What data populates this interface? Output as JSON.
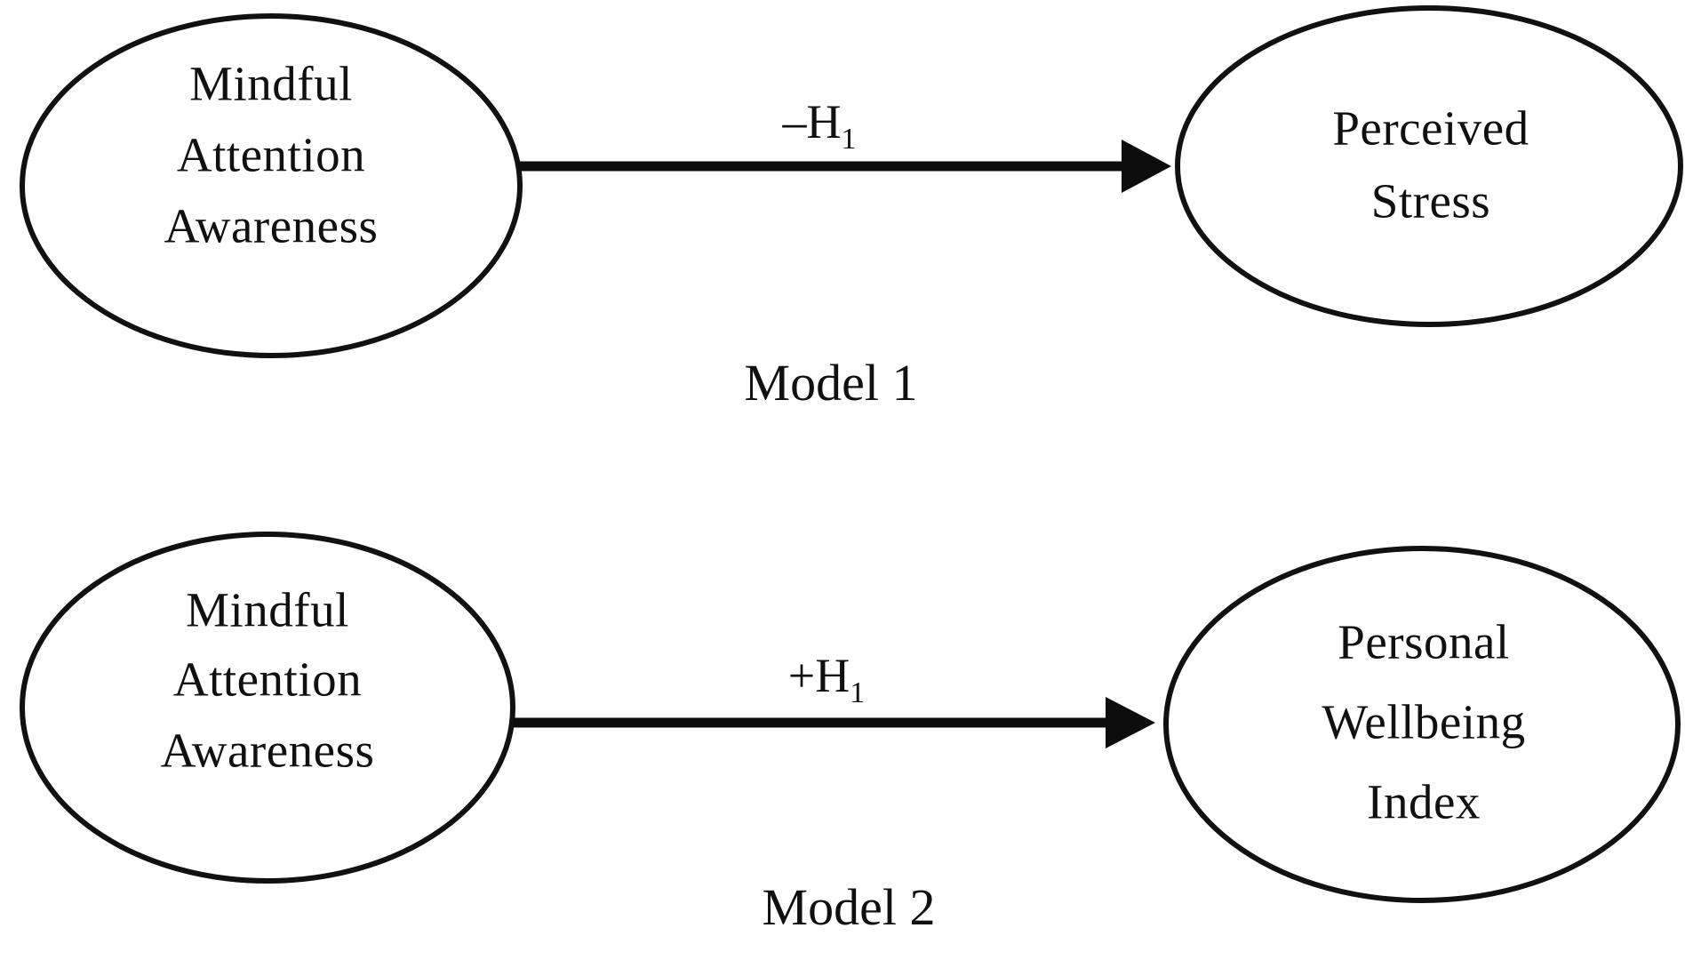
{
  "figure": {
    "type": "conceptual-path-diagram",
    "background_color": "#ffffff",
    "stroke_color": "#111111",
    "text_color": "#101010"
  },
  "models": [
    {
      "caption": "Model 1",
      "predictor": {
        "lines": [
          "Mindful",
          "Attention",
          "Awareness"
        ]
      },
      "outcome": {
        "lines": [
          "Perceived",
          "Stress"
        ]
      },
      "path": {
        "sign": "–",
        "hypothesis": "H",
        "subscript": "1",
        "label": "–H₁",
        "direction": "predictor-to-outcome"
      }
    },
    {
      "caption": "Model 2",
      "predictor": {
        "lines": [
          "Mindful",
          "Attention",
          "Awareness"
        ]
      },
      "outcome": {
        "lines": [
          "Personal",
          "Wellbeing",
          "Index"
        ]
      },
      "path": {
        "sign": "+",
        "hypothesis": "H",
        "subscript": "1",
        "label": "+H₁",
        "direction": "predictor-to-outcome"
      }
    }
  ]
}
